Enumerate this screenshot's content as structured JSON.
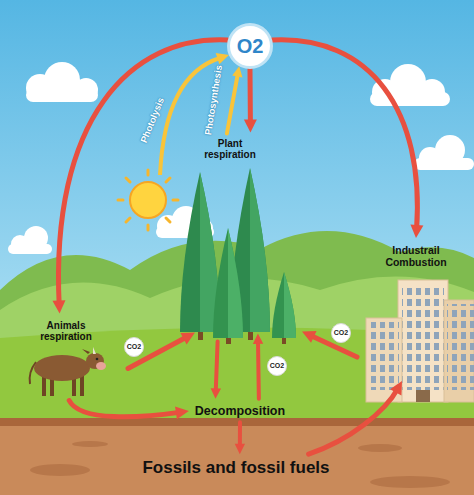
{
  "diagram": {
    "nodes": [
      {
        "text": [
          "O2"
        ]
      },
      {
        "text": [
          "Plant respiration"
        ]
      },
      {
        "text": [
          "Industrail Combustion"
        ]
      },
      {
        "text": [
          "Animals respiration"
        ]
      },
      {
        "text": [
          "CO2"
        ]
      },
      {
        "text": [
          "CO2"
        ]
      },
      {
        "text": [
          "CO2"
        ]
      },
      {
        "text": [
          "Decomposition"
        ]
      },
      {
        "text": [
          "Fossils and fossil fuels"
        ]
      }
    ],
    "edges": [
      {
        "from": 0,
        "to": 3,
        "arrow": "to"
      },
      {
        "from": 0,
        "to": 2,
        "arrow": "to"
      },
      {
        "from": 0,
        "to": 1,
        "arrow": "to"
      },
      {
        "from": 1,
        "to": 0,
        "label": "Photosynthesis",
        "arrow": "to"
      },
      {
        "from": 3,
        "to": 1,
        "arrow": "to"
      },
      {
        "from": 2,
        "to": 1,
        "arrow": "to"
      },
      {
        "from": 1,
        "to": 7,
        "arrow": "to"
      },
      {
        "from": 7,
        "to": 1,
        "arrow": "to"
      },
      {
        "from": 3,
        "to": 7,
        "arrow": "to"
      },
      {
        "from": 7,
        "to": 8,
        "arrow": "to"
      },
      {
        "from": 8,
        "to": 2,
        "arrow": "to"
      }
    ],
    "labels": [
      "Photolysis"
    ]
  }
}
